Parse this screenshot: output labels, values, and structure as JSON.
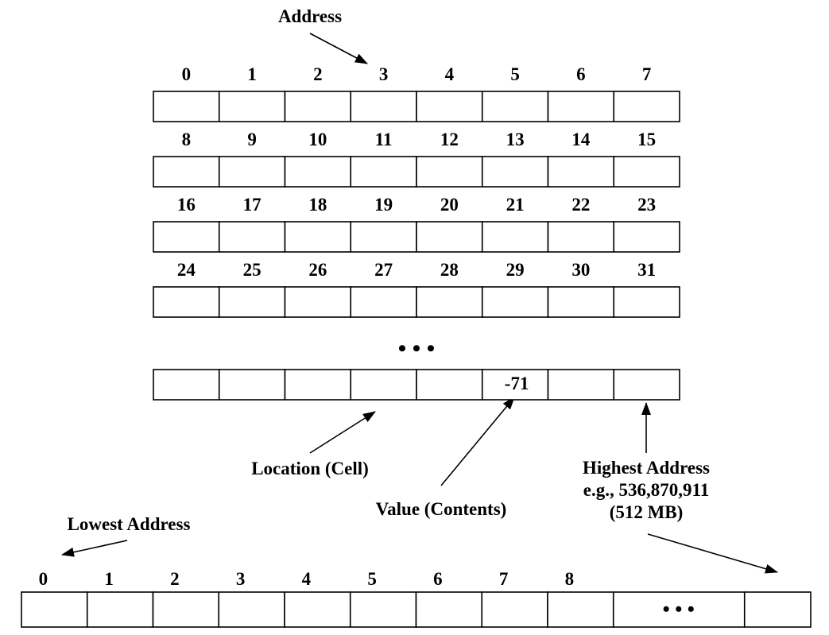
{
  "grid": {
    "rows": [
      {
        "addresses": [
          "0",
          "1",
          "2",
          "3",
          "4",
          "5",
          "6",
          "7"
        ]
      },
      {
        "addresses": [
          "8",
          "9",
          "10",
          "11",
          "12",
          "13",
          "14",
          "15"
        ]
      },
      {
        "addresses": [
          "16",
          "17",
          "18",
          "19",
          "20",
          "21",
          "22",
          "23"
        ]
      },
      {
        "addresses": [
          "24",
          "25",
          "26",
          "27",
          "28",
          "29",
          "30",
          "31"
        ]
      }
    ],
    "ellipsis": "• • •",
    "last_row": {
      "cells": [
        "",
        "",
        "",
        "",
        "",
        "-71",
        "",
        ""
      ]
    }
  },
  "labels": {
    "address": "Address",
    "location": "Location (Cell)",
    "value": "Value (Contents)",
    "highest_line1": "Highest Address",
    "highest_line2": "e.g., 536,870,911",
    "highest_line3": "(512 MB)",
    "lowest": "Lowest Address"
  },
  "linear": {
    "addresses": [
      "0",
      "1",
      "2",
      "3",
      "4",
      "5",
      "6",
      "7",
      "8"
    ],
    "ellipsis": "• • •"
  }
}
